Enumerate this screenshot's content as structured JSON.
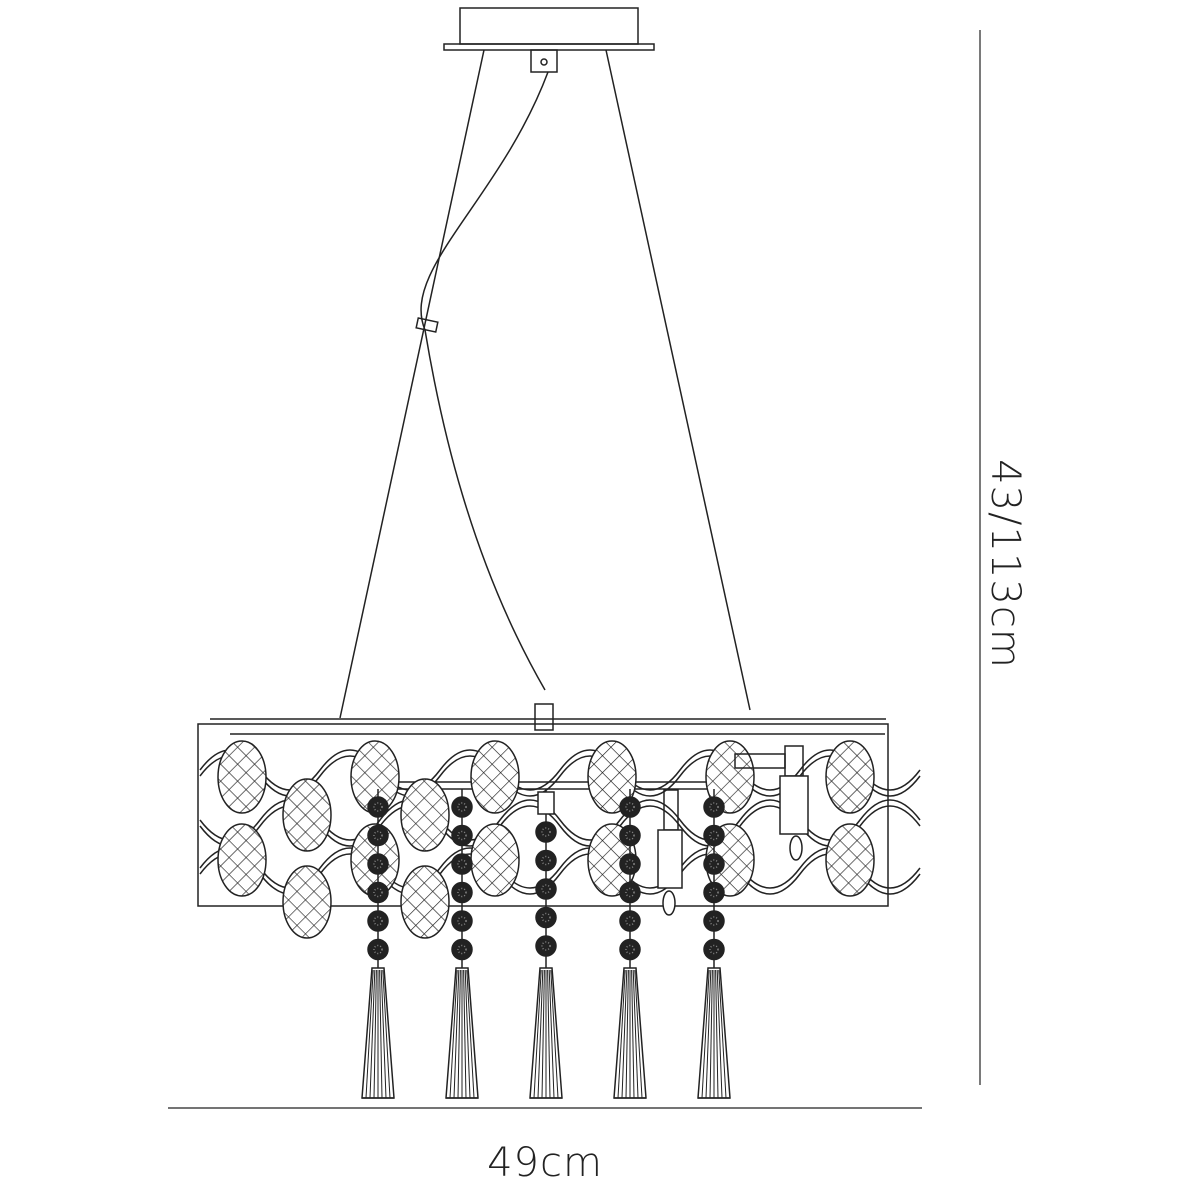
{
  "dimensions": {
    "width_label": "49cm",
    "height_label": "43/113cm"
  },
  "drawing": {
    "line_color": "#222222",
    "strand_count": 5,
    "beads_per_strand": 6
  }
}
